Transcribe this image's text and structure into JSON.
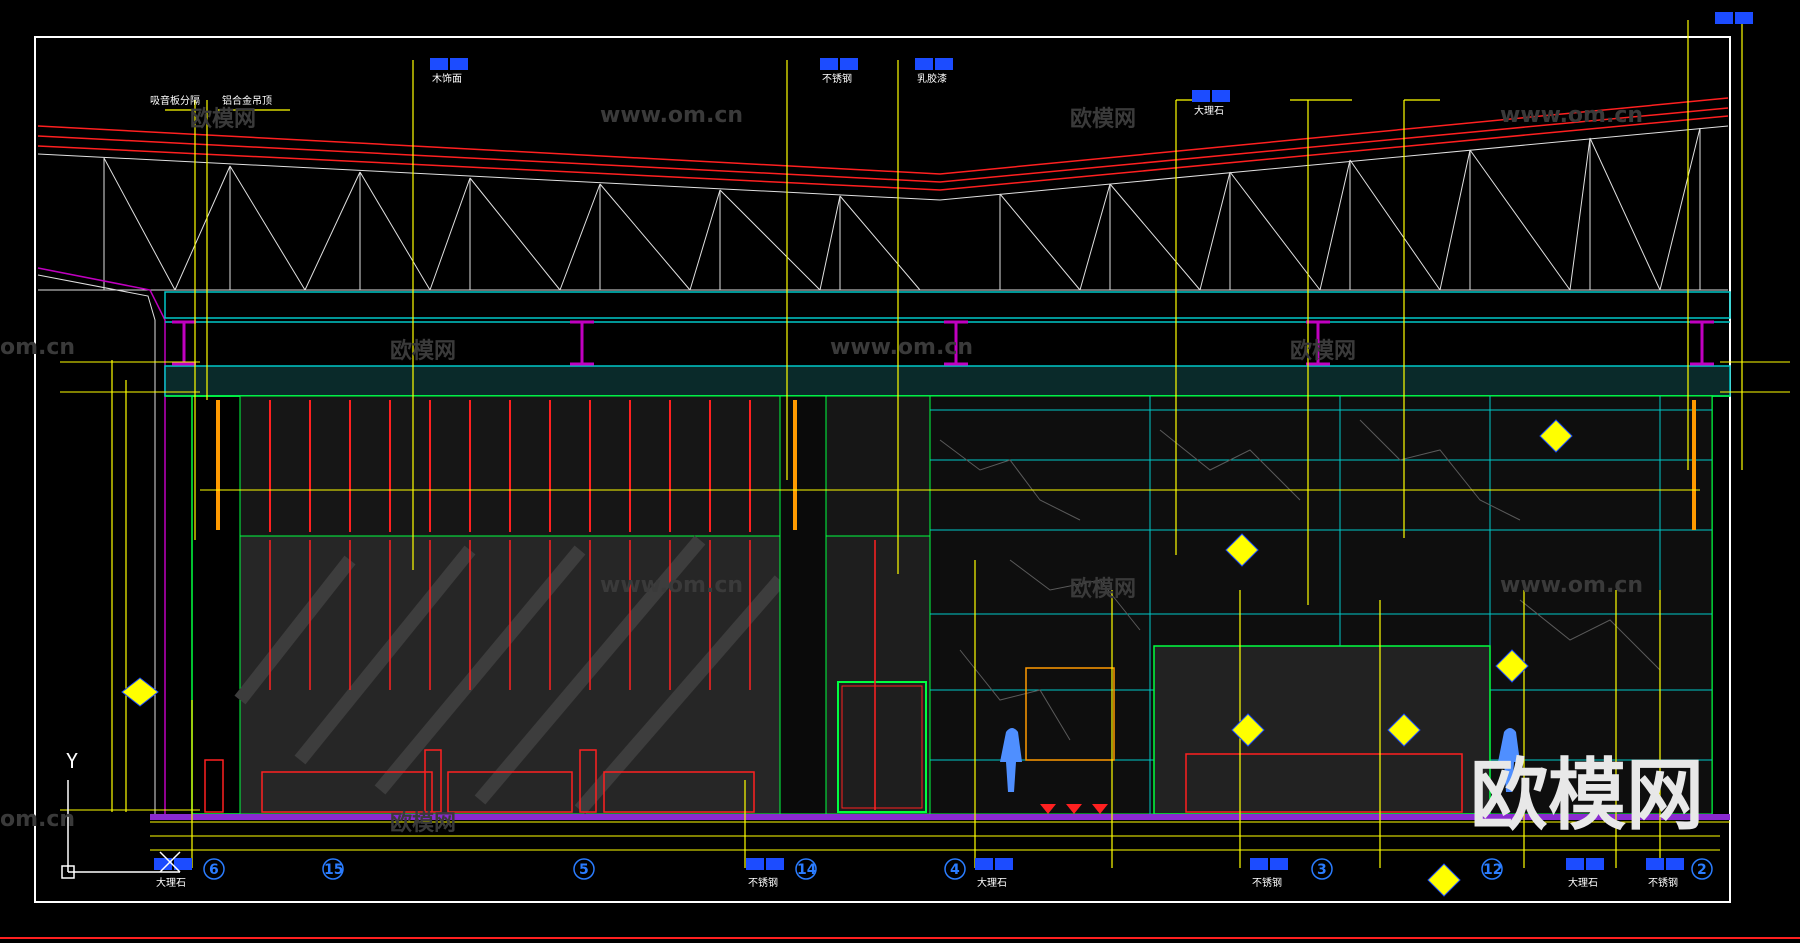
{
  "watermarks": {
    "site": "www.om.cn",
    "site_short": "om.cn",
    "brand": "欧模网",
    "brand_big": "欧模网"
  },
  "ucs": {
    "y_label": "Y"
  },
  "grid_axes": [
    "6",
    "15",
    "5",
    "14",
    "4",
    "3",
    "12",
    "2"
  ],
  "tags": {
    "top_left_a": "吸音板分隔",
    "top_left_b": "铝合金吊顶",
    "top_mid_a": "木饰面",
    "top_mid_b": "乳胶漆",
    "top_right_a": "大理石",
    "top_right_b": "不锈钢",
    "bottom_1": "大理石",
    "bottom_2": "不锈钢",
    "bottom_3": "大理石",
    "bottom_4": "不锈钢",
    "bottom_5": "大理石",
    "bottom_6": "不锈钢"
  },
  "colors": {
    "yellow": "#ffff00",
    "cyan": "#00c8c8",
    "red": "#ff2020",
    "green": "#00ff40",
    "magenta": "#c000c0",
    "white": "#ffffff",
    "purple_floor": "#8a2ad0",
    "orange": "#ff9a00"
  }
}
